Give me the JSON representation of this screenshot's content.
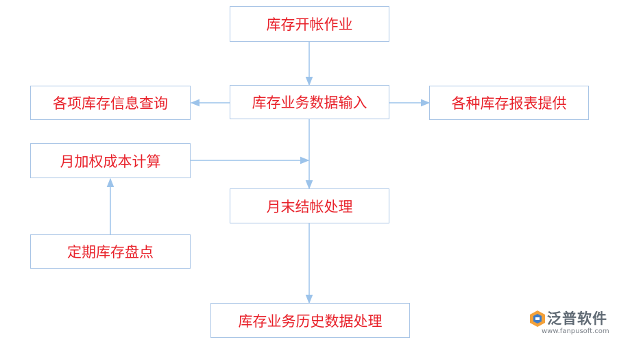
{
  "diagram": {
    "nodes": {
      "open": "库存开帐作业",
      "input": "库存业务数据输入",
      "query": "各项库存信息查询",
      "report": "各种库存报表提供",
      "cost": "月加权成本计算",
      "close": "月末结帐处理",
      "count": "定期库存盘点",
      "history": "库存业务历史数据处理"
    },
    "edges": [
      {
        "from": "open",
        "to": "input"
      },
      {
        "from": "input",
        "to": "query"
      },
      {
        "from": "input",
        "to": "report"
      },
      {
        "from": "input",
        "to": "close"
      },
      {
        "from": "cost",
        "to": "close"
      },
      {
        "from": "count",
        "to": "cost"
      },
      {
        "from": "close",
        "to": "history"
      }
    ],
    "colors": {
      "box_border": "#a9c5e6",
      "text": "#e8212a",
      "arrow": "#9cc3ea"
    }
  },
  "logo": {
    "name": "泛普软件",
    "url": "www.fanpusoft.com"
  }
}
